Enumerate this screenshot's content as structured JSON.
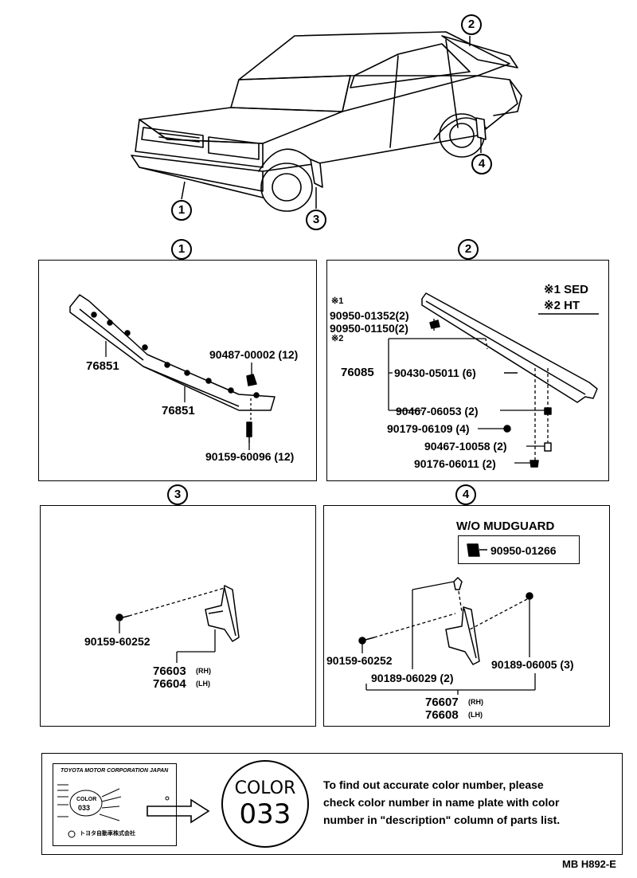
{
  "callouts": [
    "1",
    "2",
    "3",
    "4"
  ],
  "panel1": {
    "number": "1",
    "part_a": "76851",
    "part_b": "76851",
    "clip": "90487-00002 (12)",
    "screw": "90159-60096 (12)"
  },
  "panel2": {
    "number": "2",
    "legend1": "※1 SED",
    "legend2": "※2 HT",
    "note1": "※1",
    "p1": "90950-01352(2)",
    "p2": "90950-01150(2)",
    "note2": "※2",
    "spoiler": "76085",
    "p3": "90430-05011 (6)",
    "p4": "90467-06053 (2)",
    "p5": "90179-06109 (4)",
    "p6": "90467-10058 (2)",
    "p7": "90176-06011 (2)"
  },
  "panel3": {
    "number": "3",
    "screw": "90159-60252",
    "part_a": "76603",
    "part_a_side": "(RH)",
    "part_b": "76604",
    "part_b_side": "(LH)"
  },
  "panel4": {
    "number": "4",
    "wo_title": "W/O MUDGUARD",
    "wo_part": "90950-01266",
    "screw": "90159-60252",
    "p1": "90189-06029 (2)",
    "p2": "90189-06005 (3)",
    "part_a": "76607",
    "part_a_side": "(RH)",
    "part_b": "76608",
    "part_b_side": "(LH)"
  },
  "color_box": {
    "plate_title": "TOYOTA MOTOR CORPORATION JAPAN",
    "plate_color_label": "COLOR",
    "plate_color_value": "033",
    "plate_maker": "トヨタ自動車株式会社",
    "badge_label": "COLOR",
    "badge_value": "033",
    "text_line1": "To find out accurate color number, please",
    "text_line2": "check color number in name plate with color",
    "text_line3": "number in \"description\" column of parts list."
  },
  "figure_code": "MB H892-E"
}
